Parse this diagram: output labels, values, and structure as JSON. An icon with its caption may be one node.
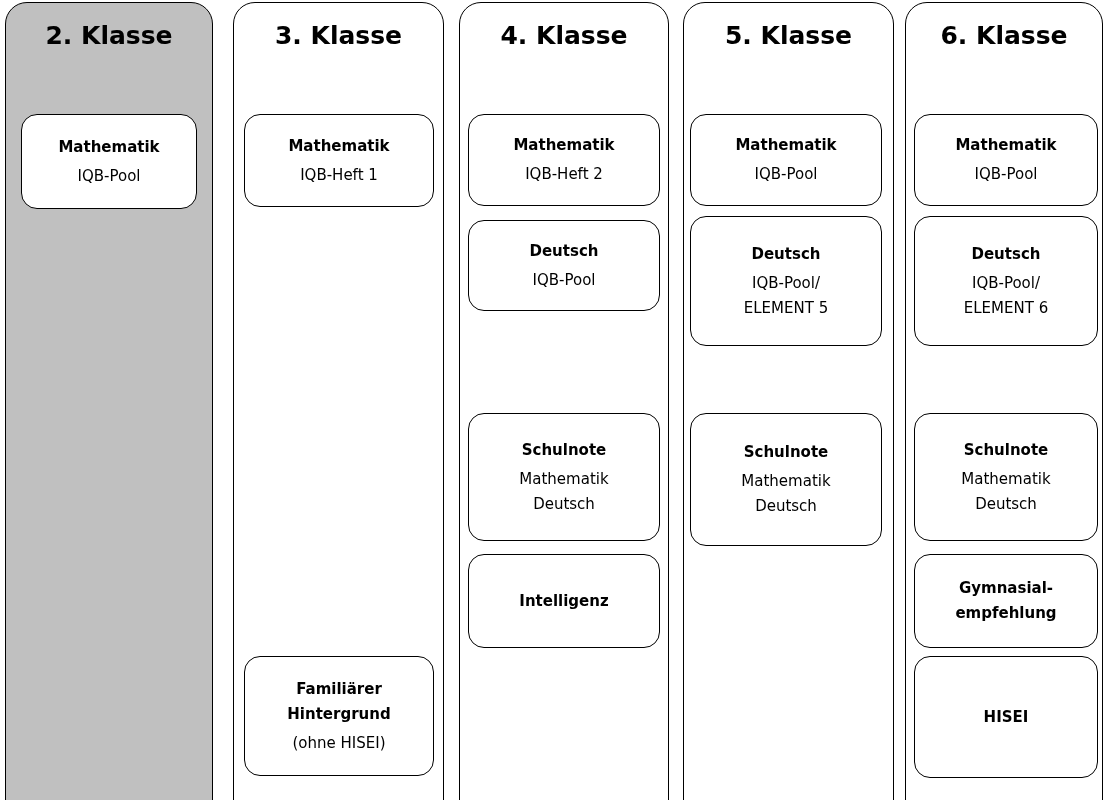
{
  "diagram": {
    "nodes": [
      {
        "text": [
          "2. Klasse"
        ]
      },
      {
        "text": [
          "3. Klasse"
        ]
      },
      {
        "text": [
          "4. Klasse"
        ]
      },
      {
        "text": [
          "5. Klasse"
        ]
      },
      {
        "text": [
          "6. Klasse"
        ]
      },
      {
        "text": [
          "Mathematik",
          "IQB-Pool"
        ],
        "in": 0
      },
      {
        "text": [
          "Mathematik",
          "IQB-Heft 1"
        ],
        "in": 1
      },
      {
        "text": [
          "Familiärer Hintergrund",
          "(ohne HISEI)"
        ],
        "in": 1
      },
      {
        "text": [
          "Mathematik",
          "IQB-Heft 2"
        ],
        "in": 2
      },
      {
        "text": [
          "Deutsch",
          "IQB-Pool"
        ],
        "in": 2
      },
      {
        "text": [
          "Schulnote",
          "Mathematik Deutsch"
        ],
        "in": 2
      },
      {
        "text": [
          "Intelligenz"
        ],
        "in": 2
      },
      {
        "text": [
          "Mathematik",
          "IQB-Pool"
        ],
        "in": 3
      },
      {
        "text": [
          "Deutsch",
          "IQB-Pool/ ELEMENT 5"
        ],
        "in": 3
      },
      {
        "text": [
          "Schulnote",
          "Mathematik Deutsch"
        ],
        "in": 3
      },
      {
        "text": [
          "Mathematik",
          "IQB-Pool"
        ],
        "in": 4
      },
      {
        "text": [
          "Deutsch",
          "IQB-Pool/ ELEMENT 6"
        ],
        "in": 4
      },
      {
        "text": [
          "Schulnote",
          "Mathematik Deutsch"
        ],
        "in": 4
      },
      {
        "text": [
          "Gymnasial- empfehlung"
        ],
        "in": 4
      },
      {
        "text": [
          "HISEI"
        ],
        "in": 4
      }
    ],
    "edges": []
  }
}
